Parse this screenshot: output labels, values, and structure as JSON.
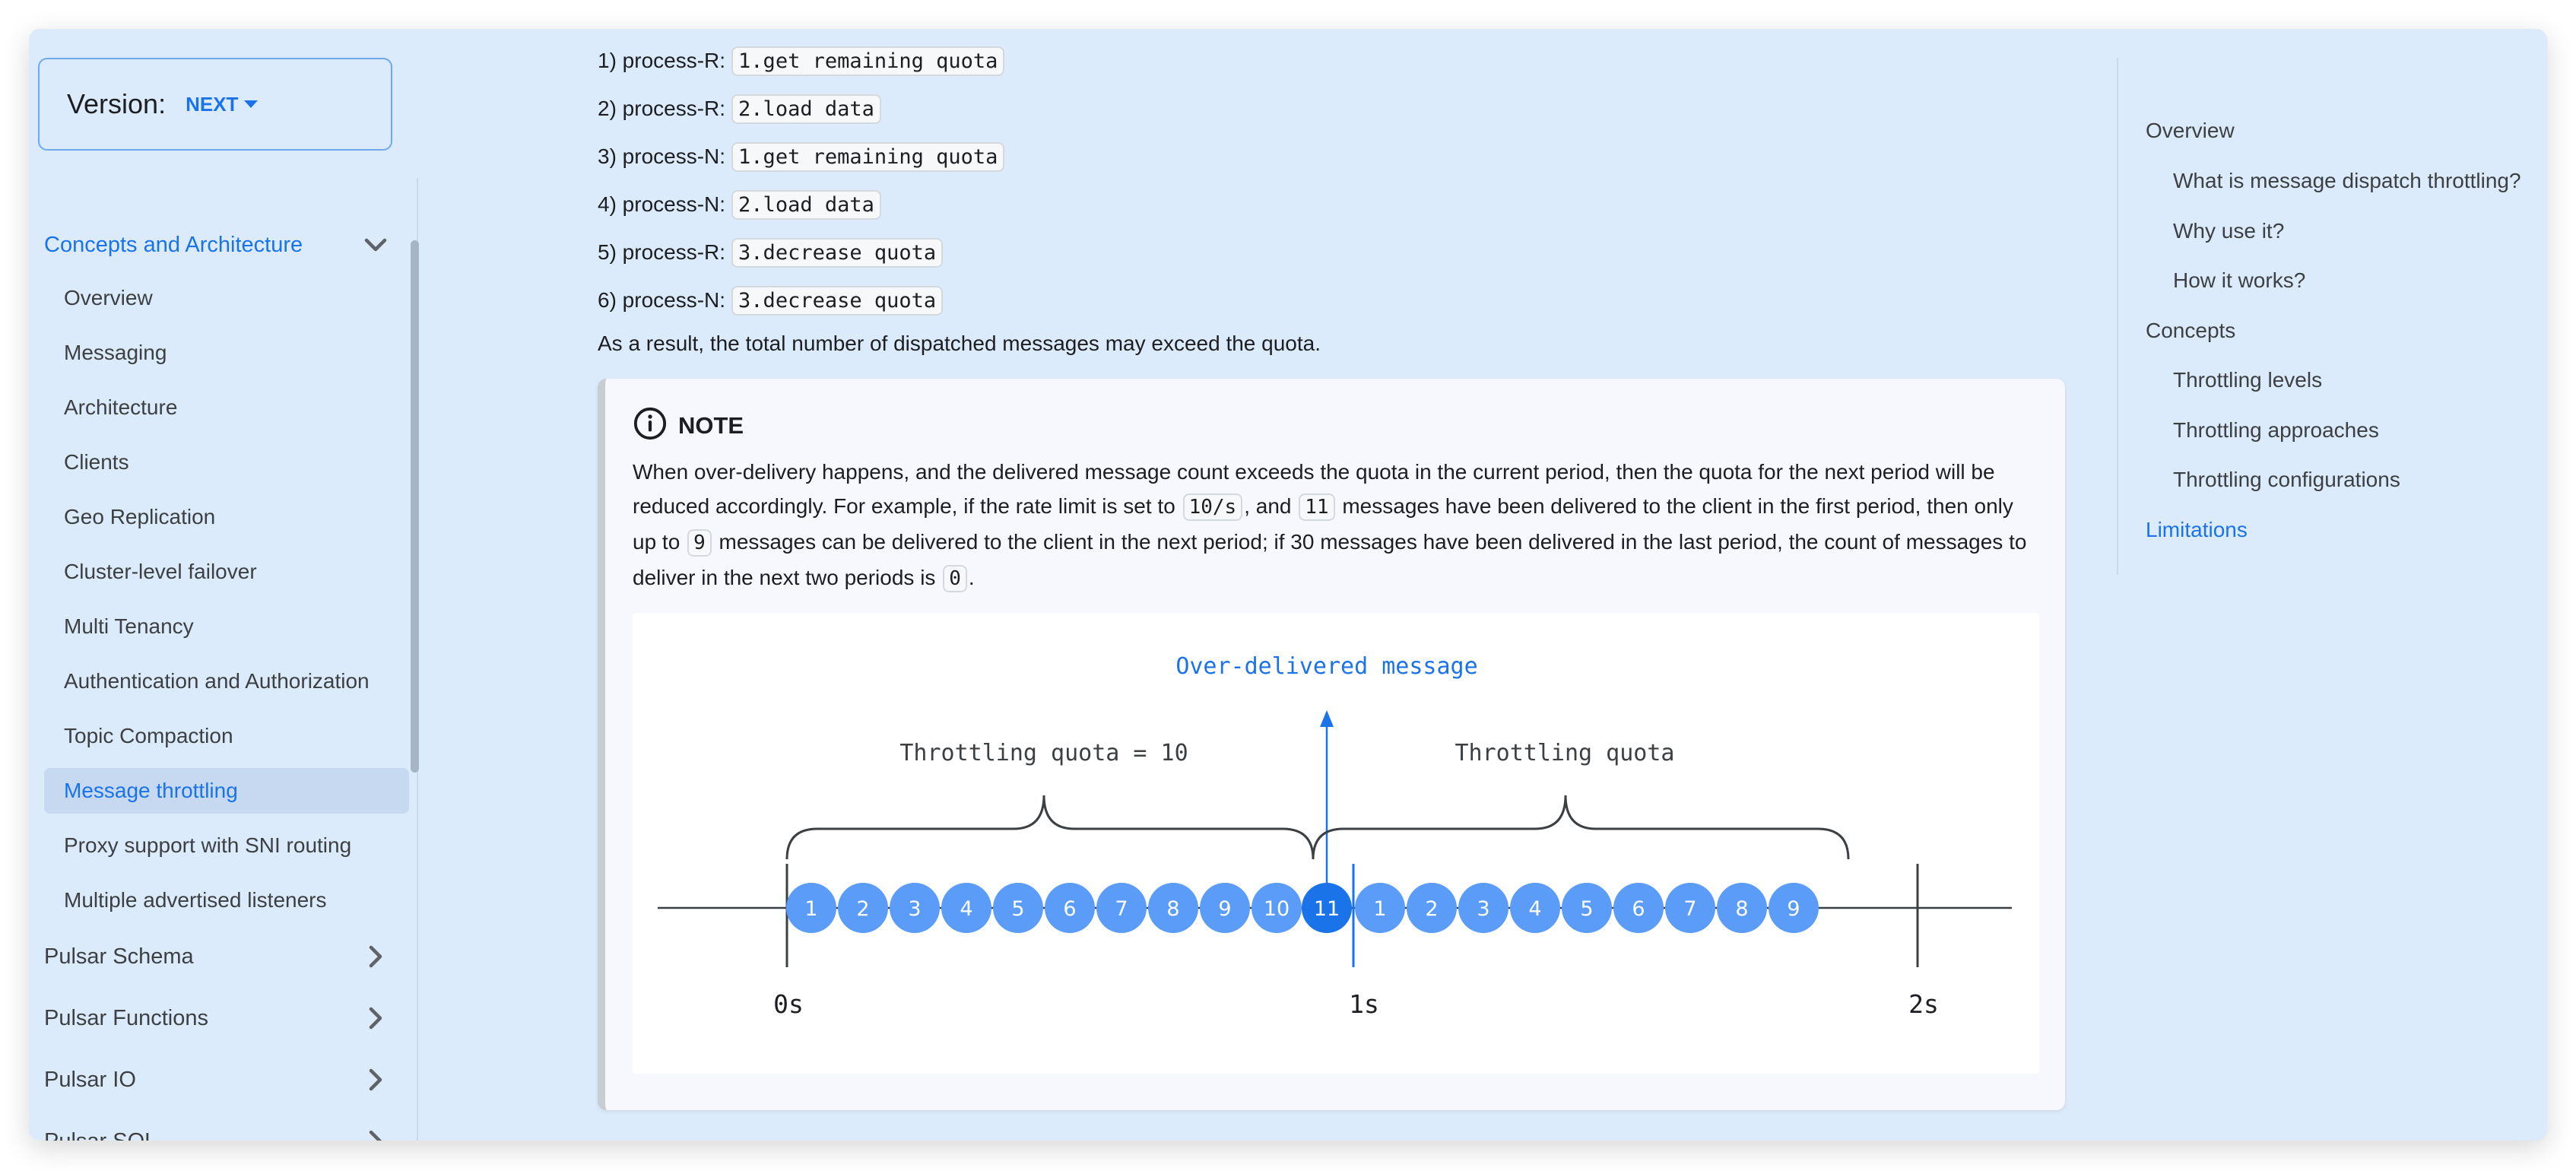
{
  "version": {
    "label": "Version:",
    "value": "NEXT"
  },
  "sidebar": {
    "active_category": "Concepts and Architecture",
    "items": [
      "Overview",
      "Messaging",
      "Architecture",
      "Clients",
      "Geo Replication",
      "Cluster-level failover",
      "Multi Tenancy",
      "Authentication and Authorization",
      "Topic Compaction",
      "Message throttling",
      "Proxy support with SNI routing",
      "Multiple advertised listeners"
    ],
    "selected_item": "Message throttling",
    "categories": [
      "Pulsar Schema",
      "Pulsar Functions",
      "Pulsar IO",
      "Pulsar SQL"
    ]
  },
  "content": {
    "steps": [
      {
        "prefix": "1) process-R:",
        "code": "1.get remaining quota"
      },
      {
        "prefix": "2) process-R:",
        "code": "2.load data"
      },
      {
        "prefix": "3) process-N:",
        "code": "1.get remaining quota"
      },
      {
        "prefix": "4) process-N:",
        "code": "2.load data"
      },
      {
        "prefix": "5) process-R:",
        "code": "3.decrease quota"
      },
      {
        "prefix": "6) process-N:",
        "code": "3.decrease quota"
      }
    ],
    "result": "As a result, the total number of dispatched messages may exceed the quota.",
    "note": {
      "title": "NOTE",
      "p1": "When over-delivery happens, and the delivered message count exceeds the quota in the current period, then the quota for the next period will be reduced accordingly. For example, if the rate limit is set to",
      "c1": "10/s",
      "p2": ", and",
      "c2": "11",
      "p3": "messages have been delivered to the client in the first period, then only up to",
      "c3": "9",
      "p4": "messages can be delivered to the client in the next period; if 30 messages have been delivered in the last period, the count of messages to deliver in the next two periods is",
      "c4": "0",
      "p5": "."
    }
  },
  "diagram": {
    "title": "Over-delivered message",
    "brace1_label": "Throttling quota = 10",
    "brace2_label": "Throttling quota",
    "period1": [
      "1",
      "2",
      "3",
      "4",
      "5",
      "6",
      "7",
      "8",
      "9",
      "10"
    ],
    "overflow": "11",
    "period2": [
      "1",
      "2",
      "3",
      "4",
      "5",
      "6",
      "7",
      "8",
      "9"
    ],
    "time_labels": [
      "0s",
      "1s",
      "2s"
    ],
    "colors": {
      "message": "#5a9cf7",
      "overflow": "#1a73e8",
      "title": "#1a73e8"
    }
  },
  "toc": {
    "items": [
      {
        "label": "Overview",
        "level": 1
      },
      {
        "label": "What is message dispatch throttling?",
        "level": 2
      },
      {
        "label": "Why use it?",
        "level": 2
      },
      {
        "label": "How it works?",
        "level": 2
      },
      {
        "label": "Concepts",
        "level": 1
      },
      {
        "label": "Throttling levels",
        "level": 2
      },
      {
        "label": "Throttling approaches",
        "level": 2
      },
      {
        "label": "Throttling configurations",
        "level": 2
      },
      {
        "label": "Limitations",
        "level": 1,
        "active": true
      }
    ]
  }
}
